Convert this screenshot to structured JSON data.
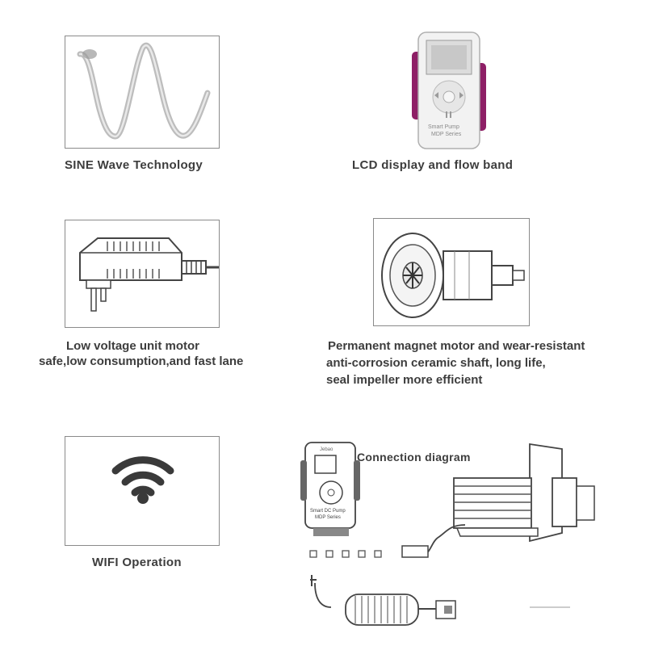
{
  "features": {
    "sine": {
      "caption": "SINE  Wave  Technology",
      "icon": "sine-wave-icon"
    },
    "lcd": {
      "caption": "LCD display and flow band",
      "icon": "lcd-controller-icon",
      "device_label_line1": "Smart Pump",
      "device_label_line2": "MDP Series"
    },
    "voltage": {
      "caption_line1": "Low voltage unit motor",
      "caption_line2": "safe,low consumption,and fast lane",
      "icon": "power-adapter-icon"
    },
    "motor": {
      "caption_line1": "Permanent magnet motor and wear-resistant",
      "caption_line2": "anti-corrosion ceramic shaft, long life,",
      "caption_line3": "seal impeller more efficient",
      "icon": "impeller-rotor-icon"
    },
    "wifi": {
      "caption": "WIFI  Operation",
      "icon": "wifi-icon"
    },
    "connection": {
      "caption": "Connection diagram",
      "controller_brand": "Jebao",
      "controller_line1": "Smart DC Pump",
      "controller_line2": "MDP Series",
      "icon": "pump-connection-diagram"
    }
  }
}
